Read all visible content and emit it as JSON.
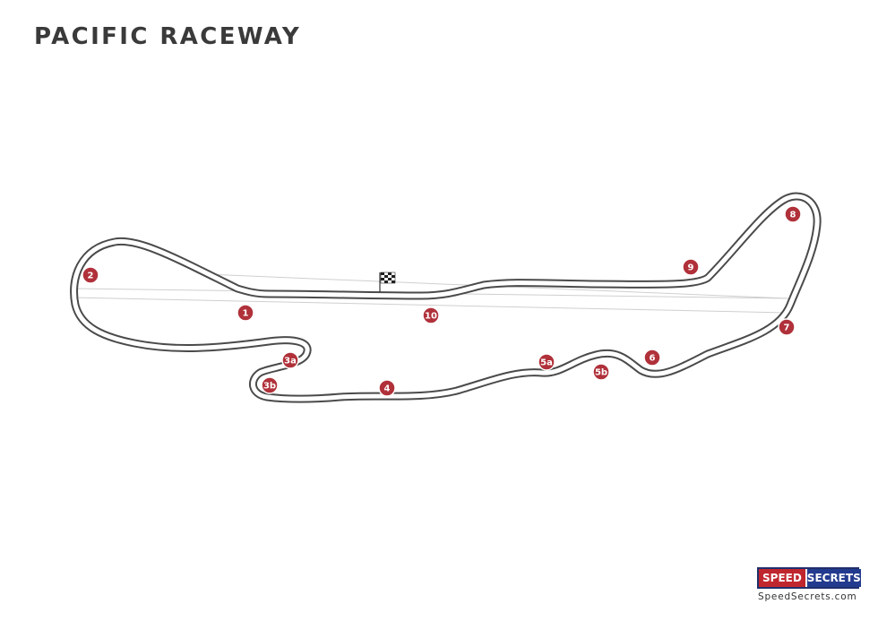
{
  "map": {
    "title": "PACIFIC RACEWAY",
    "colors": {
      "track_outline": "#4a4a4a",
      "track_surface": "#ffffff",
      "drag_strip": "#c8c8c8",
      "corner_marker": "#b0313a",
      "corner_marker_ring": "#ffffff"
    },
    "start_finish": {
      "icon": "checkered-flag-icon"
    },
    "corners": [
      "1",
      "2",
      "3a",
      "3b",
      "4",
      "5a",
      "5b",
      "6",
      "7",
      "8",
      "9",
      "10"
    ]
  },
  "branding": {
    "logo_left": "SPEED",
    "logo_right": "SECRETS",
    "website": "SpeedSecrets.com"
  }
}
